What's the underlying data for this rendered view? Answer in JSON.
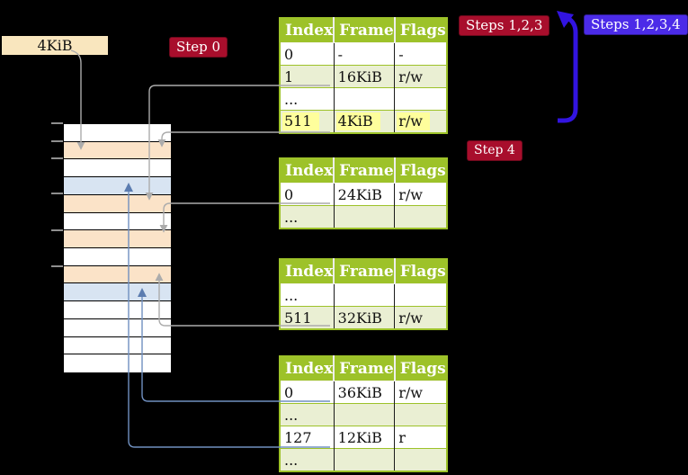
{
  "page_size_label": "4KiB",
  "badges": {
    "step0": "Step 0",
    "steps123": "Steps 1,2,3",
    "steps1234": "Steps 1,2,3,4",
    "step4": "Step 4"
  },
  "colors": {
    "crimson_badge": "#A80E2C",
    "blue_badge": "#4B2BE8",
    "big_arrow_blue": "#3214E0",
    "table_header_green": "#9DC229",
    "table_row_green": "#EAEFD3",
    "highlight_yellow": "#FEFE9C",
    "memory_peach": "#FBE3C8",
    "memory_light_blue": "#D8E4F2",
    "connector_gray": "#ACACAC",
    "connector_blue": "#7090C0",
    "label_wheat": "#F9E6BE"
  },
  "tables": [
    {
      "name": "page-table-top",
      "columns": [
        "Index",
        "Frame",
        "Flags"
      ],
      "rows": [
        {
          "index": "0",
          "frame": "-",
          "flags": "-"
        },
        {
          "index": "1",
          "frame": "16KiB",
          "flags": "r/w"
        },
        {
          "index": "...",
          "frame": "",
          "flags": ""
        },
        {
          "index": "511",
          "frame": "4KiB",
          "flags": "r/w",
          "highlight": true
        }
      ]
    },
    {
      "name": "page-table-second",
      "columns": [
        "Index",
        "Frame",
        "Flags"
      ],
      "rows": [
        {
          "index": "0",
          "frame": "24KiB",
          "flags": "r/w"
        },
        {
          "index": "...",
          "frame": "",
          "flags": ""
        }
      ]
    },
    {
      "name": "page-table-third",
      "columns": [
        "Index",
        "Frame",
        "Flags"
      ],
      "rows": [
        {
          "index": "...",
          "frame": "",
          "flags": ""
        },
        {
          "index": "511",
          "frame": "32KiB",
          "flags": "r/w"
        }
      ]
    },
    {
      "name": "page-table-bottom",
      "columns": [
        "Index",
        "Frame",
        "Flags"
      ],
      "rows": [
        {
          "index": "0",
          "frame": "36KiB",
          "flags": "r/w"
        },
        {
          "index": "...",
          "frame": "",
          "flags": ""
        },
        {
          "index": "127",
          "frame": "12KiB",
          "flags": "r"
        },
        {
          "index": "...",
          "frame": "",
          "flags": ""
        }
      ]
    }
  ],
  "memory": {
    "rows": [
      "white",
      "peach",
      "white",
      "blue",
      "peach",
      "white",
      "peach",
      "white",
      "peach",
      "blue",
      "white",
      "white",
      "white",
      "white"
    ]
  }
}
